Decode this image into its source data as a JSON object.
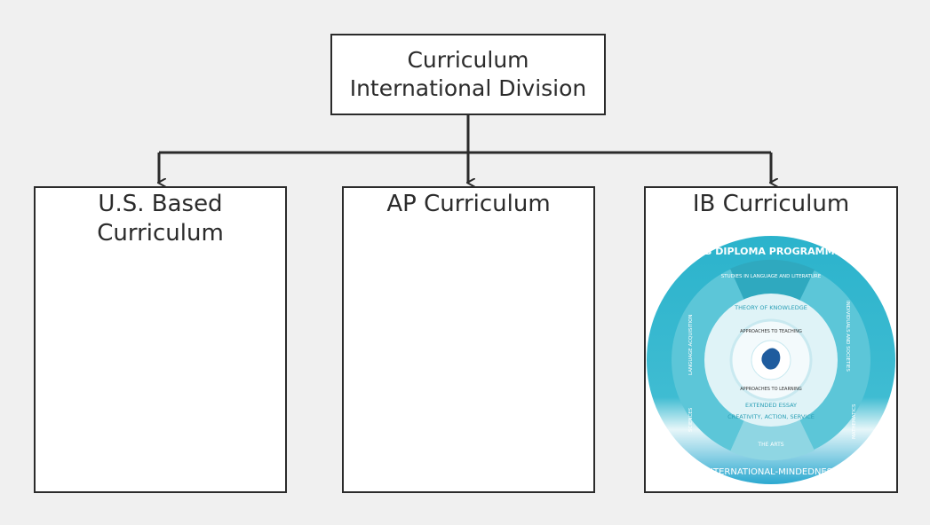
{
  "root": {
    "line1": "Curriculum",
    "line2": "International Division"
  },
  "children": [
    {
      "line1": "U.S. Based",
      "line2": "Curriculum"
    },
    {
      "line1": "AP Curriculum"
    },
    {
      "line1": "IB Curriculum"
    }
  ],
  "ib_image": {
    "title": "IB DIPLOMA PROGRAMME",
    "bottom": "INTERNATIONAL-MINDEDNESS",
    "subjects": [
      "STUDIES IN LANGUAGE AND LITERATURE",
      "INDIVIDUALS AND SOCIETIES",
      "MATHEMATICS",
      "THE ARTS",
      "SCIENCES",
      "LANGUAGE ACQUISITION"
    ],
    "core": [
      "THEORY OF KNOWLEDGE",
      "EXTENDED ESSAY",
      "CREATIVITY, ACTION, SERVICE"
    ],
    "inner": [
      "APPROACHES TO TEACHING",
      "APPROACHES TO LEARNING"
    ],
    "colors": {
      "outer": "#2bb3cc",
      "mid": "#5cc6d8",
      "light": "#e6f6f9",
      "logo": "#1f5c9e"
    }
  }
}
